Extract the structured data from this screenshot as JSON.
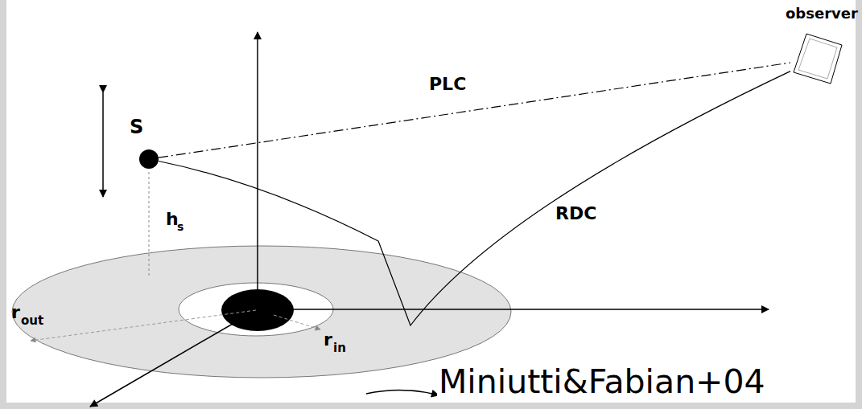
{
  "diagram": {
    "nodes": [
      {
        "text": [
          "S"
        ]
      },
      {
        "text": [
          "observer"
        ]
      }
    ],
    "edges": [
      {
        "from": 0,
        "to": 1,
        "label": "PLC",
        "arrow": "none"
      },
      {
        "from": 0,
        "to": 1,
        "label": "RDC",
        "arrow": "none"
      }
    ],
    "labels": [
      "h",
      "s",
      "r",
      "out",
      "r",
      "in",
      "Miniutti&Fabian+04"
    ]
  }
}
